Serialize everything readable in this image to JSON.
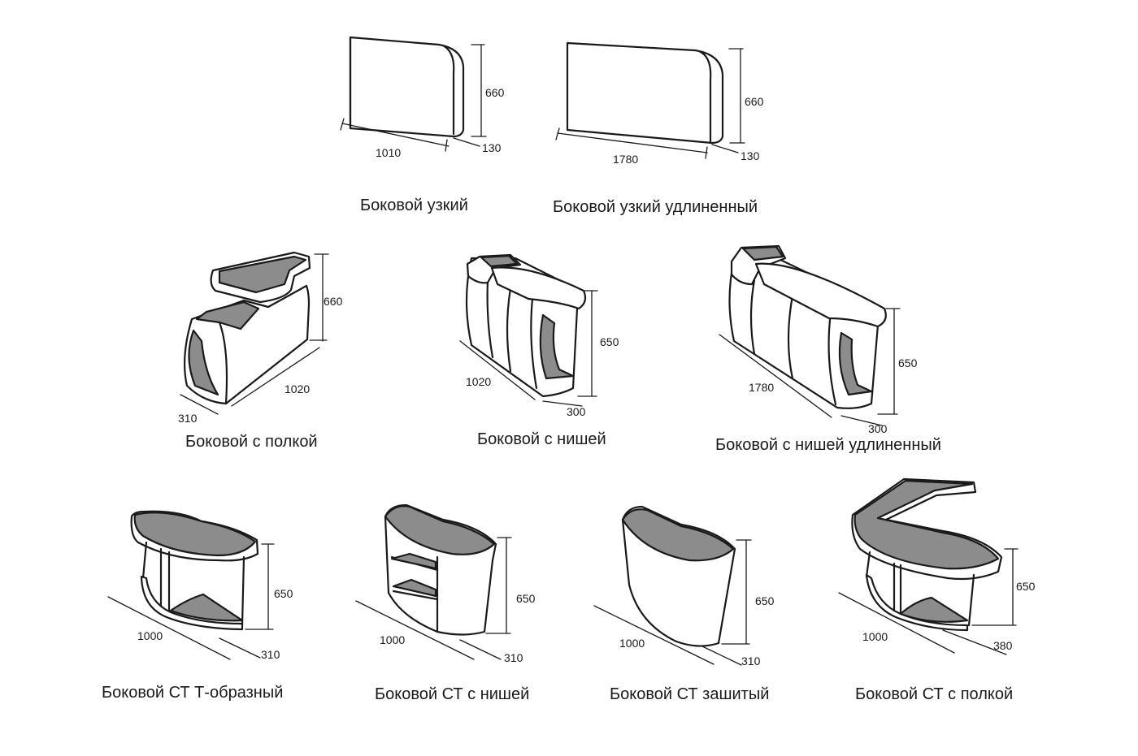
{
  "items": [
    {
      "caption": "Боковой узкий",
      "dims": [
        "660",
        "1010",
        "130"
      ]
    },
    {
      "caption": "Боковой узкий удлиненный",
      "dims": [
        "660",
        "1780",
        "130"
      ]
    },
    {
      "caption": "Боковой с полкой",
      "dims": [
        "660",
        "1020",
        "310"
      ]
    },
    {
      "caption": "Боковой с нишей",
      "dims": [
        "650",
        "1020",
        "300"
      ]
    },
    {
      "caption": "Боковой с нишей удлиненный",
      "dims": [
        "650",
        "1780",
        "300"
      ]
    },
    {
      "caption": "Боковой СТ Т-образный",
      "dims": [
        "650",
        "1000",
        "310"
      ]
    },
    {
      "caption": "Боковой СТ с нишей",
      "dims": [
        "650",
        "1000",
        "310"
      ]
    },
    {
      "caption": "Боковой СТ зашитый",
      "dims": [
        "650",
        "1000",
        "310"
      ]
    },
    {
      "caption": "Боковой СТ с полкой",
      "dims": [
        "650",
        "1000",
        "380"
      ]
    }
  ],
  "colors": {
    "line": "#1a1a1a",
    "fill_gray": "#8c8c8c",
    "background": "#ffffff"
  }
}
